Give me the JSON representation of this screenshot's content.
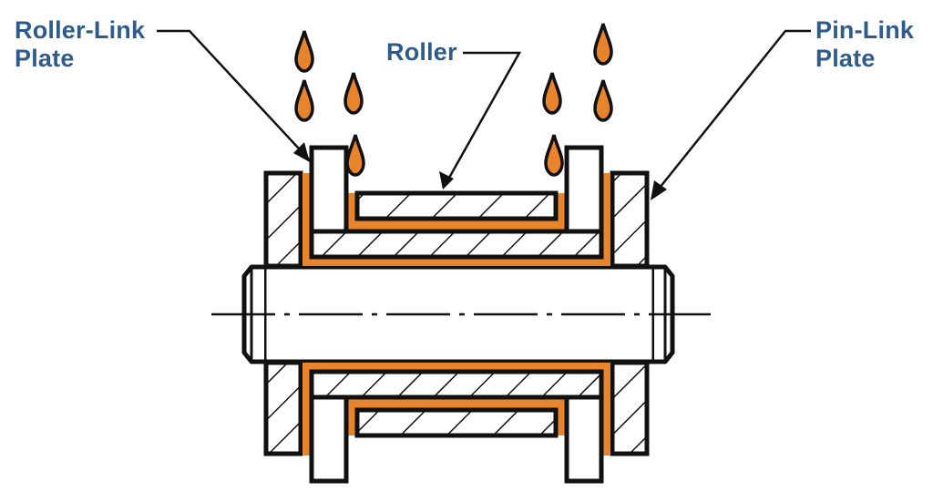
{
  "labels": {
    "roller_link_plate": [
      "Roller-Link",
      "Plate"
    ],
    "roller": "Roller",
    "pin_link_plate": [
      "Pin-Link",
      "Plate"
    ]
  },
  "colors": {
    "label_text": "#2e5b8c",
    "lubricant": "#e8842b",
    "outline": "#111111",
    "background": "#ffffff"
  },
  "oil_drops": {
    "count": 8
  }
}
